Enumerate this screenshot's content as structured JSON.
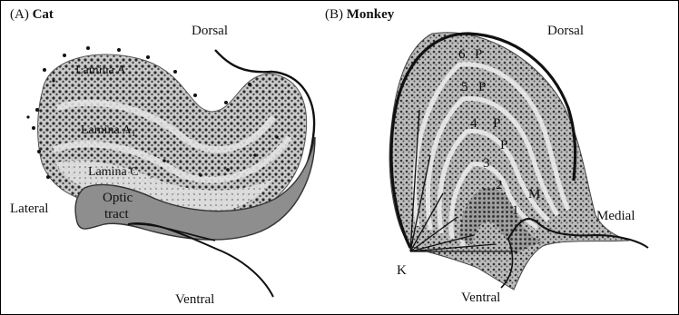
{
  "panel_a": {
    "tag": "(A)",
    "title": "Cat",
    "dorsal": "Dorsal",
    "lateral": "Lateral",
    "ventral": "Ventral",
    "lamina_a": "Lamina A",
    "lamina_a1_main": "Lamina A",
    "lamina_a1_sub": "1",
    "lamina_c": "Lamina C",
    "optic_line1": "Optic",
    "optic_line2": "tract"
  },
  "panel_b": {
    "tag": "(B)",
    "title": "Monkey",
    "dorsal": "Dorsal",
    "medial": "Medial",
    "ventral": "Ventral",
    "k_label": "K",
    "layers": [
      {
        "num": "6",
        "type": "P"
      },
      {
        "num": "5",
        "type": "P"
      },
      {
        "num": "4",
        "type": "P"
      },
      {
        "num": "3",
        "type": "P"
      },
      {
        "num": "2",
        "type": "M"
      },
      {
        "num": "1",
        "type": ""
      }
    ]
  }
}
